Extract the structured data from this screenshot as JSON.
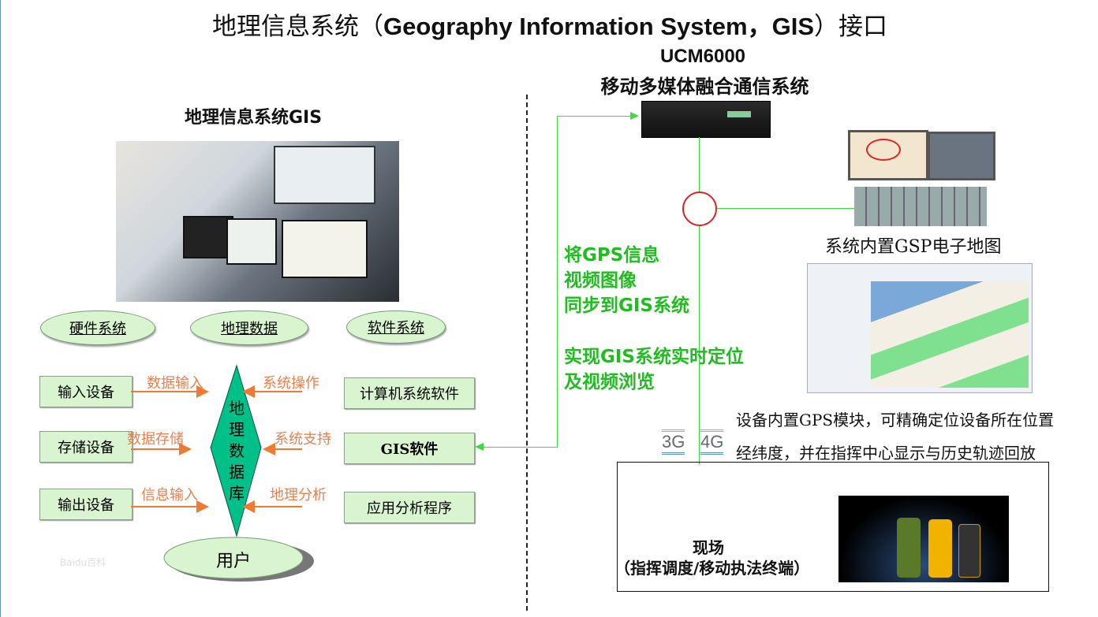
{
  "title": {
    "pre": "地理信息系统（",
    "en": "Geography Information System，GIS",
    "post": "）接口"
  },
  "left": {
    "heading": "地理信息系统GIS",
    "ellipses": [
      "硬件系统",
      "地理数据",
      "软件系统"
    ],
    "left_boxes": [
      "输入设备",
      "存储设备",
      "输出设备"
    ],
    "right_boxes": [
      "计算机系统软件",
      "GIS软件",
      "应用分析程序"
    ],
    "left_labels": [
      "数据输入",
      "数据存储",
      "信息输入"
    ],
    "right_labels": [
      "系统操作",
      "系统支持",
      "地理分析"
    ],
    "center": "地理数据库",
    "user": "用户",
    "watermark": "Baidu百科"
  },
  "right": {
    "ucm_model": "UCM6000",
    "ucm_name": "移动多媒体融合通信系统",
    "map_label": "系统内置GSP电子地图",
    "sync_lines": [
      "将GPS信息",
      "视频图像",
      "同步到GIS系统"
    ],
    "realtime_lines": [
      "实现GIS系统实时定位",
      "及视频浏览"
    ],
    "gps_desc": [
      "设备内置GPS模块，可精确定位设备所在位置",
      "经纬度，并在指挥中心显示与历史轨迹回放"
    ],
    "net": [
      "3G",
      "4G"
    ],
    "field_title": "现场",
    "field_sub": "（指挥调度/移动执法终端）"
  },
  "colors": {
    "accent_green": "#1fbd1f",
    "arrow_orange": "#ee7a33",
    "diamond": "#00c08a"
  }
}
